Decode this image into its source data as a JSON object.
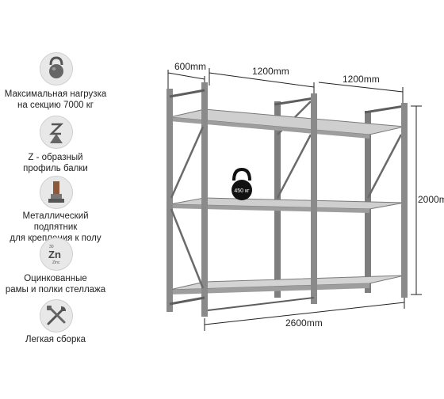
{
  "features": [
    {
      "icon": "kettlebell-icon",
      "line1": "Максимальная  нагрузка",
      "line2": "на секцию 7000 кг"
    },
    {
      "icon": "z-profile-icon",
      "line1": "Z - образный",
      "line2": "профиль балки"
    },
    {
      "icon": "floor-bracket-icon",
      "line1": "Металлический подпятник",
      "line2": "для крепления к полу"
    },
    {
      "icon": "zinc-icon",
      "line1": "Оцинкованные",
      "line2": "рамы и полки стеллажа",
      "zn": "Zn",
      "zn_num": "30",
      "zn_word": "Zinc"
    },
    {
      "icon": "tools-icon",
      "line1": "Легкая сборка",
      "line2": ""
    }
  ],
  "dimensions": {
    "depth": "600mm",
    "width_section_1": "1200mm",
    "width_section_2": "1200mm",
    "height": "2000mm",
    "total_width": "2600mm"
  },
  "weight_label": "450 кг",
  "colors": {
    "frame": "#8a8a8a",
    "frame_dark": "#5e5e5e",
    "shelf": "#c8c8c8",
    "icon_bg": "#e8e8e8"
  }
}
